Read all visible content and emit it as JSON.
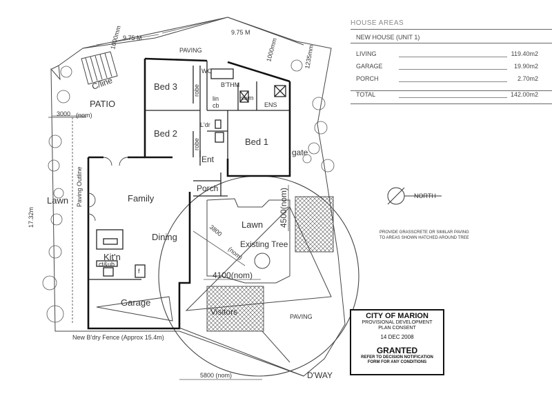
{
  "house_areas": {
    "title": "HOUSE AREAS",
    "subtitle": "NEW HOUSE (UNIT 1)",
    "rows": [
      {
        "label": "LIVING",
        "value": "119.40m2"
      },
      {
        "label": "GARAGE",
        "value": "19.90m2"
      },
      {
        "label": "PORCH",
        "value": "2.70m2"
      }
    ],
    "total_label": "TOTAL",
    "total_value": "142.00m2"
  },
  "rooms": {
    "bed3": "Bed 3",
    "bed2": "Bed 2",
    "bed1": "Bed 1",
    "family": "Family",
    "dining": "Dining",
    "kitchen": "Kit'n",
    "garage": "Garage",
    "lawn_left": "Lawn",
    "lawn_center": "Lawn",
    "patio": "PATIO",
    "porch": "Porch",
    "ent": "Ent",
    "visitors": "Visitors",
    "paving_top": "PAVING",
    "paving_bottom": "PAVING",
    "dway": "D'WAY",
    "existing_tree": "Existing Tree",
    "gate": "gate",
    "clline": "C/line",
    "paving_outline": "Paving Outline",
    "robe1": "robe",
    "robe2": "robe",
    "wc": "WC",
    "bthm": "B'THM",
    "ens": "ENS",
    "ldr": "L'dr",
    "lin": "lin",
    "cb": "cb",
    "swm": "swm",
    "ctb": "ct&ub",
    "f": "f",
    "north": "NORTH"
  },
  "dimensions": {
    "d975a": "9.75 M",
    "d975b": "9.75 M",
    "d1000a": "1000mm",
    "d1000b": "1000mm",
    "d1235": "1235mm",
    "d3000": "3000",
    "d3000unit": "(nom)",
    "d1732": "17.32m",
    "d4500": "4500(nom)",
    "d3800": "3800",
    "d3800unit": "(nom)",
    "d4100": "4100(nom)",
    "d5800": "5800 (nom)",
    "fence": "New B'dry Fence (Approx 15.4m)"
  },
  "note": [
    "PROVIDE GRASSCRETE OR SIMILAR PAVING",
    "TO AREAS SHOWN HATCHED AROUND TREE"
  ],
  "stamp": {
    "line1": "CITY OF MARION",
    "line2": "PROVISIONAL DEVELOPMENT",
    "line3": "PLAN CONSENT",
    "date": "14 DEC 2008",
    "status": "GRANTED",
    "line5": "REFER TO DECISION NOTIFICATION",
    "line6": "FORM FOR ANY CONDITIONS"
  }
}
